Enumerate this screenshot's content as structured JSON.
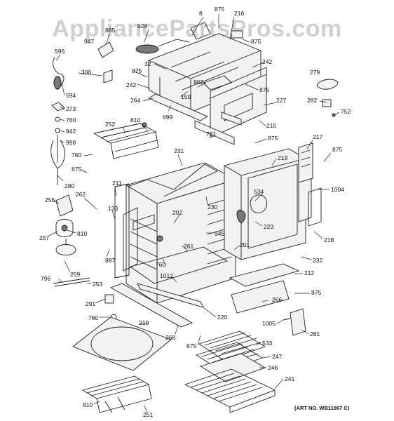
{
  "watermark": "AppliancePartsPros.com",
  "art_number": "(ART NO. WB11967 C)",
  "callouts": [
    {
      "id": "c875a",
      "label": "875"
    },
    {
      "id": "c8",
      "label": "8"
    },
    {
      "id": "c216",
      "label": "216"
    },
    {
      "id": "c926",
      "label": "926"
    },
    {
      "id": "c885",
      "label": "885"
    },
    {
      "id": "c947",
      "label": "947"
    },
    {
      "id": "c875b",
      "label": "875"
    },
    {
      "id": "c596",
      "label": "596"
    },
    {
      "id": "c32",
      "label": "32"
    },
    {
      "id": "c242a",
      "label": "242"
    },
    {
      "id": "c300",
      "label": "300"
    },
    {
      "id": "c875c",
      "label": "875"
    },
    {
      "id": "c279",
      "label": "279"
    },
    {
      "id": "c242b",
      "label": "242"
    },
    {
      "id": "c862",
      "label": "862"
    },
    {
      "id": "c875d",
      "label": "875"
    },
    {
      "id": "c594",
      "label": "594"
    },
    {
      "id": "c264",
      "label": "264"
    },
    {
      "id": "c159",
      "label": "159"
    },
    {
      "id": "c227",
      "label": "227"
    },
    {
      "id": "c282",
      "label": "282"
    },
    {
      "id": "c273",
      "label": "273"
    },
    {
      "id": "c752",
      "label": "752"
    },
    {
      "id": "c699",
      "label": "699"
    },
    {
      "id": "c760a",
      "label": "760"
    },
    {
      "id": "c810a",
      "label": "810"
    },
    {
      "id": "c761",
      "label": "761"
    },
    {
      "id": "c215",
      "label": "215"
    },
    {
      "id": "c942",
      "label": "942"
    },
    {
      "id": "c252",
      "label": "252"
    },
    {
      "id": "c998",
      "label": "998"
    },
    {
      "id": "c875e",
      "label": "875"
    },
    {
      "id": "c217",
      "label": "217"
    },
    {
      "id": "c760b",
      "label": "760"
    },
    {
      "id": "c231",
      "label": "231"
    },
    {
      "id": "c875f",
      "label": "875"
    },
    {
      "id": "c219",
      "label": "219"
    },
    {
      "id": "c875g",
      "label": "875"
    },
    {
      "id": "c280",
      "label": "280"
    },
    {
      "id": "c211",
      "label": "211"
    },
    {
      "id": "c534",
      "label": "534"
    },
    {
      "id": "c1004",
      "label": "1004"
    },
    {
      "id": "c262",
      "label": "262"
    },
    {
      "id": "c256",
      "label": "256"
    },
    {
      "id": "c133",
      "label": "133"
    },
    {
      "id": "c230",
      "label": "230"
    },
    {
      "id": "c202",
      "label": "202"
    },
    {
      "id": "c223",
      "label": "223"
    },
    {
      "id": "c810b",
      "label": "810"
    },
    {
      "id": "c945",
      "label": "945"
    },
    {
      "id": "c218",
      "label": "218"
    },
    {
      "id": "c257",
      "label": "257"
    },
    {
      "id": "c261",
      "label": "261"
    },
    {
      "id": "c201",
      "label": "201"
    },
    {
      "id": "c887",
      "label": "887"
    },
    {
      "id": "c232",
      "label": "232"
    },
    {
      "id": "c760c",
      "label": "760"
    },
    {
      "id": "c259",
      "label": "259"
    },
    {
      "id": "c212",
      "label": "212"
    },
    {
      "id": "c1012",
      "label": "1012"
    },
    {
      "id": "c796",
      "label": "796"
    },
    {
      "id": "c253",
      "label": "253"
    },
    {
      "id": "c875h",
      "label": "875"
    },
    {
      "id": "c291",
      "label": "291"
    },
    {
      "id": "c266",
      "label": "266"
    },
    {
      "id": "c220",
      "label": "220"
    },
    {
      "id": "c760d",
      "label": "760"
    },
    {
      "id": "c210",
      "label": "210"
    },
    {
      "id": "c1005",
      "label": "1005"
    },
    {
      "id": "c268",
      "label": "268"
    },
    {
      "id": "c281",
      "label": "281"
    },
    {
      "id": "c875i",
      "label": "875"
    },
    {
      "id": "c533",
      "label": "533"
    },
    {
      "id": "c247",
      "label": "247"
    },
    {
      "id": "c246",
      "label": "246"
    },
    {
      "id": "c241",
      "label": "241"
    },
    {
      "id": "c810c",
      "label": "810"
    },
    {
      "id": "c251",
      "label": "251"
    }
  ]
}
